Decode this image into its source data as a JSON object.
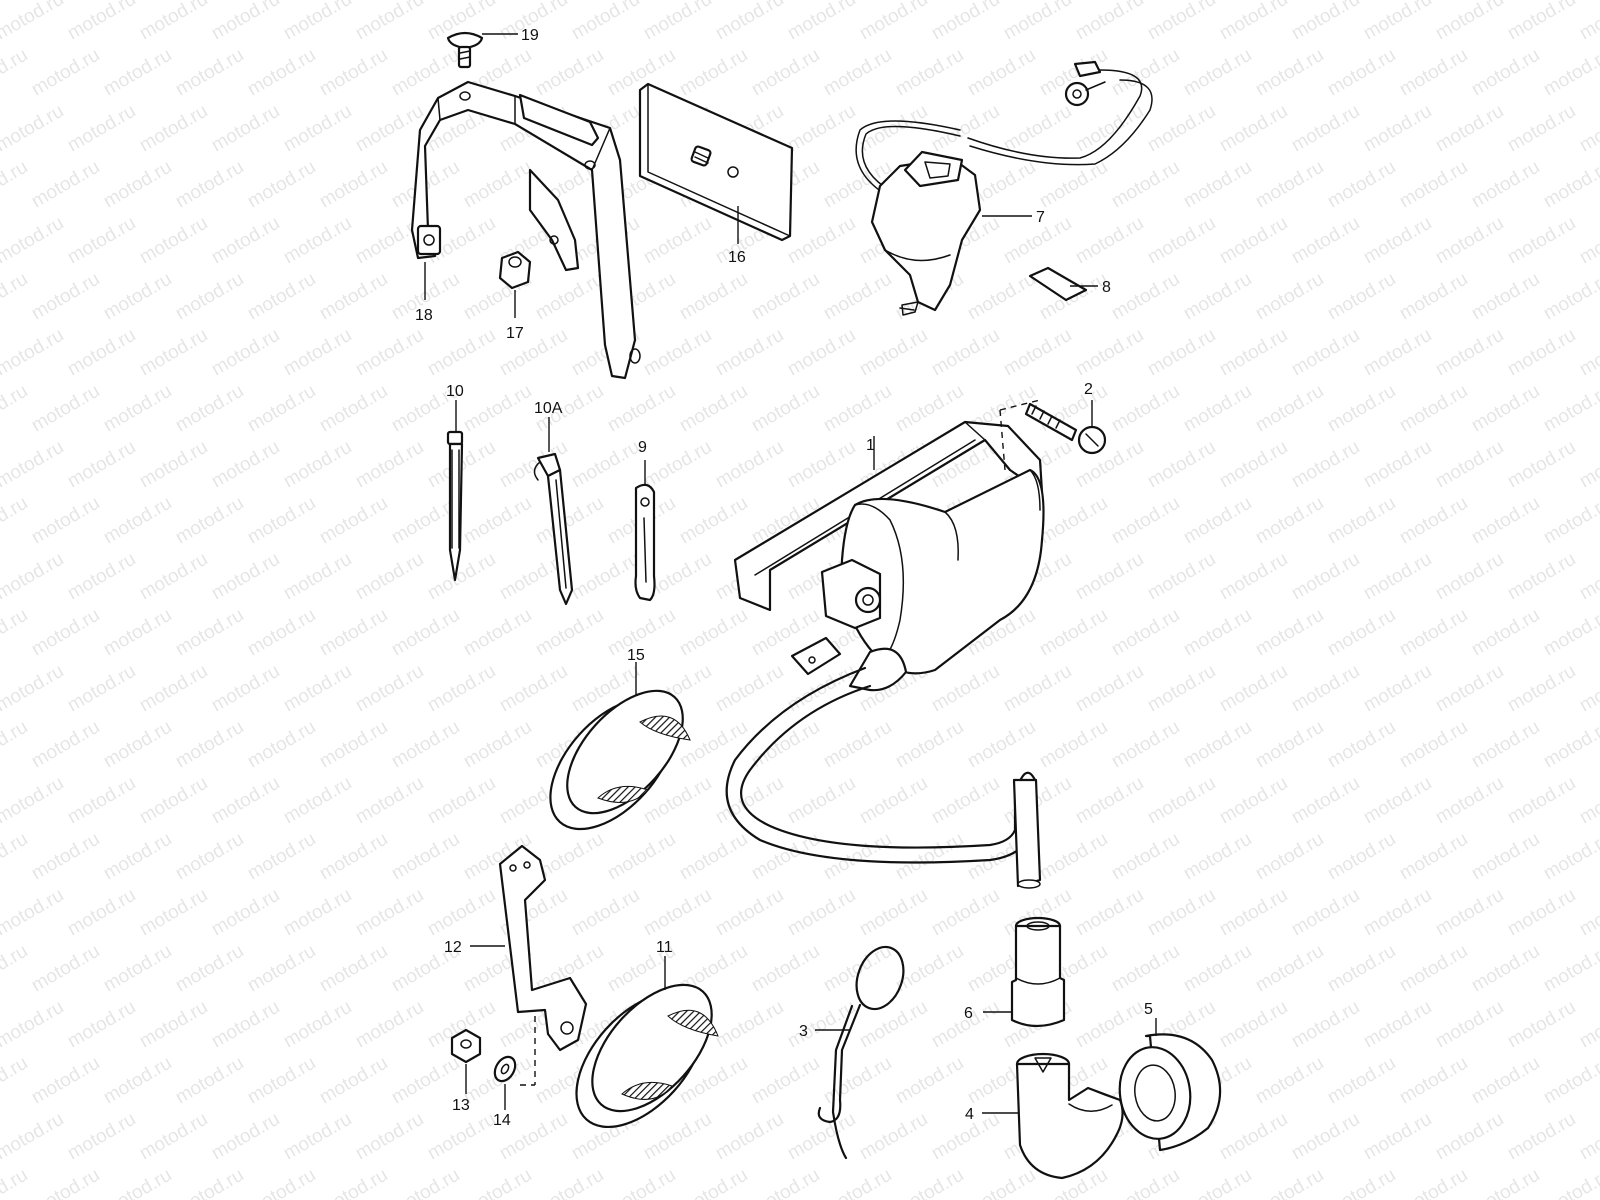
{
  "watermark": {
    "text": "motod.ru"
  },
  "callouts": {
    "c1": "1",
    "c2": "2",
    "c3": "3",
    "c4": "4",
    "c5": "5",
    "c6": "6",
    "c7": "7",
    "c8": "8",
    "c9": "9",
    "c10": "10",
    "c10a": "10A",
    "c11": "11",
    "c12": "12",
    "c13": "13",
    "c14": "14",
    "c15": "15",
    "c16": "16",
    "c17": "17",
    "c18": "18",
    "c19": "19"
  }
}
